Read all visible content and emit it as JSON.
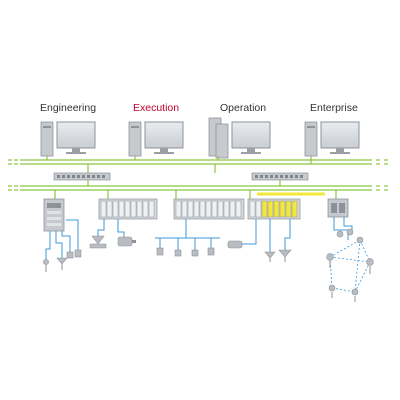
{
  "levels": [
    {
      "label": "Engineering",
      "highlight": false
    },
    {
      "label": "Execution",
      "highlight": true
    },
    {
      "label": "Operation",
      "highlight": false
    },
    {
      "label": "Enterprise",
      "highlight": false
    }
  ],
  "colors": {
    "bus_green": "#8cc63f",
    "field_blue": "#3e9ad6",
    "device_grey": "#b9bdc2",
    "device_dark": "#8e9399",
    "io_yellow": "#f3e83a",
    "highlight_red": "#c0002a",
    "text": "#333333"
  },
  "icons": [
    "pc-tower-icon",
    "monitor-icon",
    "network-switch-icon",
    "io-module-icon",
    "controller-icon",
    "valve-icon",
    "motor-icon",
    "sensor-icon",
    "wireless-node-icon"
  ]
}
